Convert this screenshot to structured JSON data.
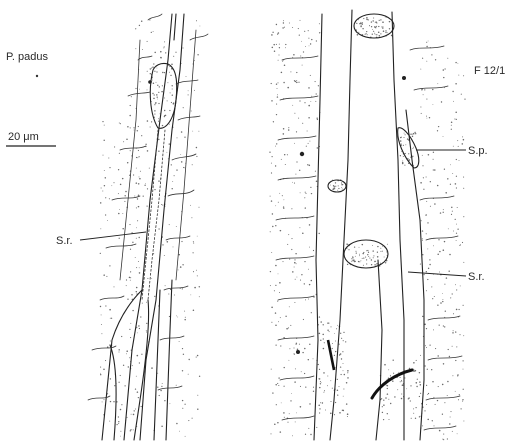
{
  "labels": {
    "species": "P. padus",
    "specimen": "F 12/1",
    "scale_bar": "20 μm",
    "left_sr": "S.r.",
    "right_sp": "S.p.",
    "right_sr": "S.r."
  }
}
